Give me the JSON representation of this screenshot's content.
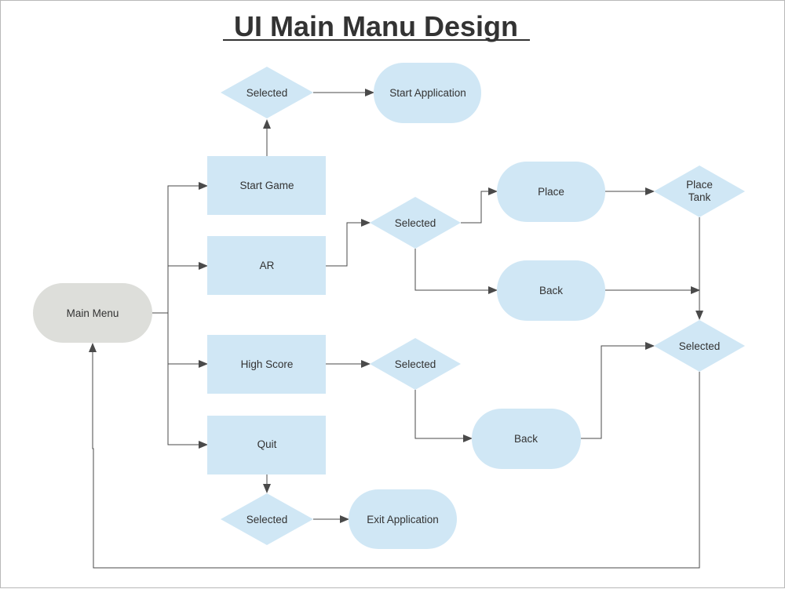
{
  "title": "UI Main Manu Design",
  "colors": {
    "node_fill": "#d0e7f5",
    "start_node_fill": "#dddeda",
    "edge": "#4a4a4a",
    "text": "#333333",
    "frame": "#b8b8b8"
  },
  "nodes": {
    "main_menu": "Main Menu",
    "start_game": "Start Game",
    "ar": "AR",
    "high_score": "High Score",
    "quit": "Quit",
    "selected_start": "Selected",
    "start_application": "Start Application",
    "selected_ar": "Selected",
    "place": "Place",
    "back_ar": "Back",
    "place_tank_line1": "Place",
    "place_tank_line2": "Tank",
    "selected_merge": "Selected",
    "selected_high_score": "Selected",
    "back_high_score": "Back",
    "selected_quit": "Selected",
    "exit_application": "Exit Application"
  }
}
